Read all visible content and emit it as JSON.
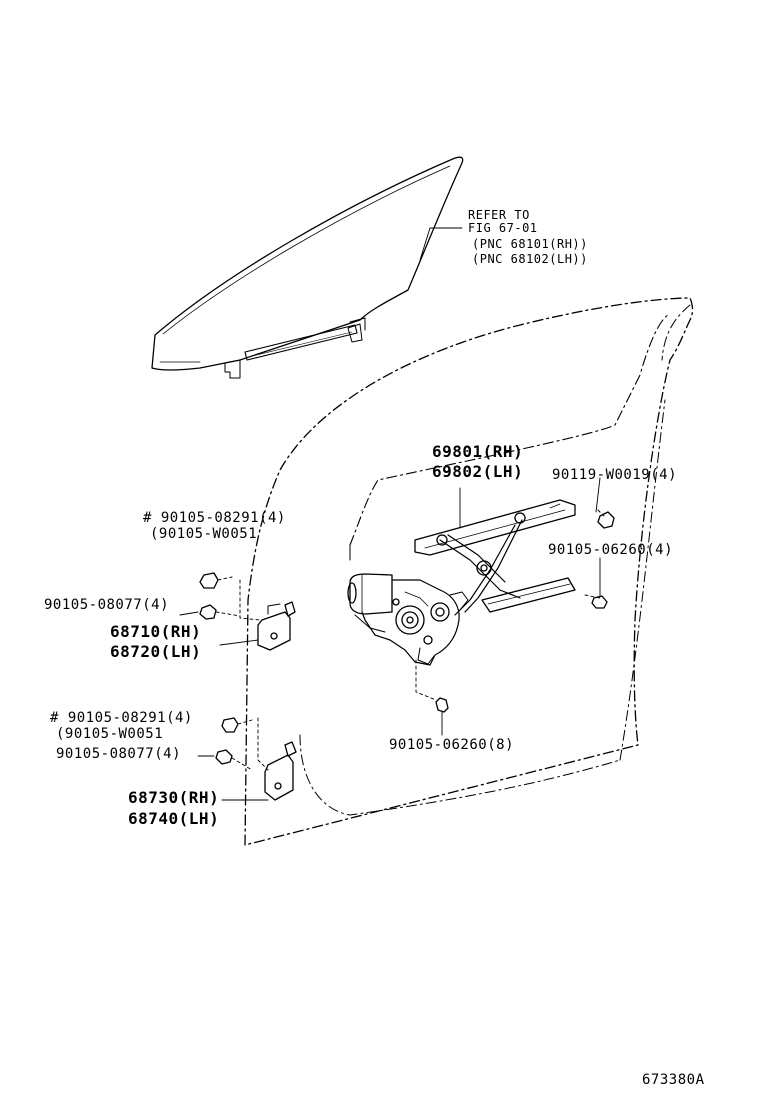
{
  "glass_reference": {
    "line1": "REFER TO",
    "line2": "FIG 67-01",
    "line3": "(PNC 68101(RH))",
    "line4": "(PNC 68102(LH))"
  },
  "regulator": {
    "rh": "69801(RH)",
    "lh": "69802(LH)"
  },
  "bolts": {
    "upper_right": "90119-W0019(4)",
    "mid_right": "90105-06260(4)",
    "lower_center": "90105-06260(8)",
    "upper_hinge_bolt_a": "# 90105-08291(4)",
    "upper_hinge_bolt_b": "(90105-W0051",
    "upper_hinge_bolt_c": "90105-08077(4)",
    "lower_hinge_bolt_a": "# 90105-08291(4)",
    "lower_hinge_bolt_b": "(90105-W0051",
    "lower_hinge_bolt_c": "90105-08077(4)"
  },
  "upper_hinge": {
    "rh": "68710(RH)",
    "lh": "68720(LH)"
  },
  "lower_hinge": {
    "rh": "68730(RH)",
    "lh": "68740(LH)"
  },
  "figure_code": "673380A"
}
